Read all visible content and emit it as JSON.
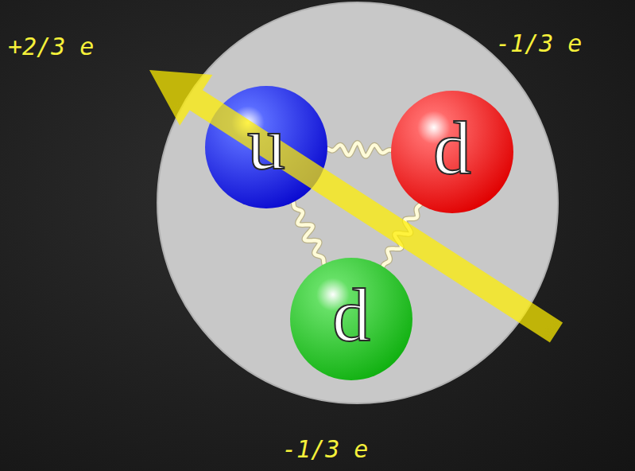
{
  "diagram": {
    "nodes": [
      {
        "text": [
          "u"
        ]
      },
      {
        "text": [
          "d"
        ]
      },
      {
        "text": [
          "d"
        ]
      }
    ],
    "edges": [
      {
        "from": 0,
        "to": 1,
        "arrow": "none"
      },
      {
        "from": 0,
        "to": 2,
        "arrow": "none"
      },
      {
        "from": 1,
        "to": 2,
        "arrow": "none"
      }
    ],
    "labels": [
      "+2/3 e",
      "-1/3 e",
      "-1/3 e"
    ]
  }
}
